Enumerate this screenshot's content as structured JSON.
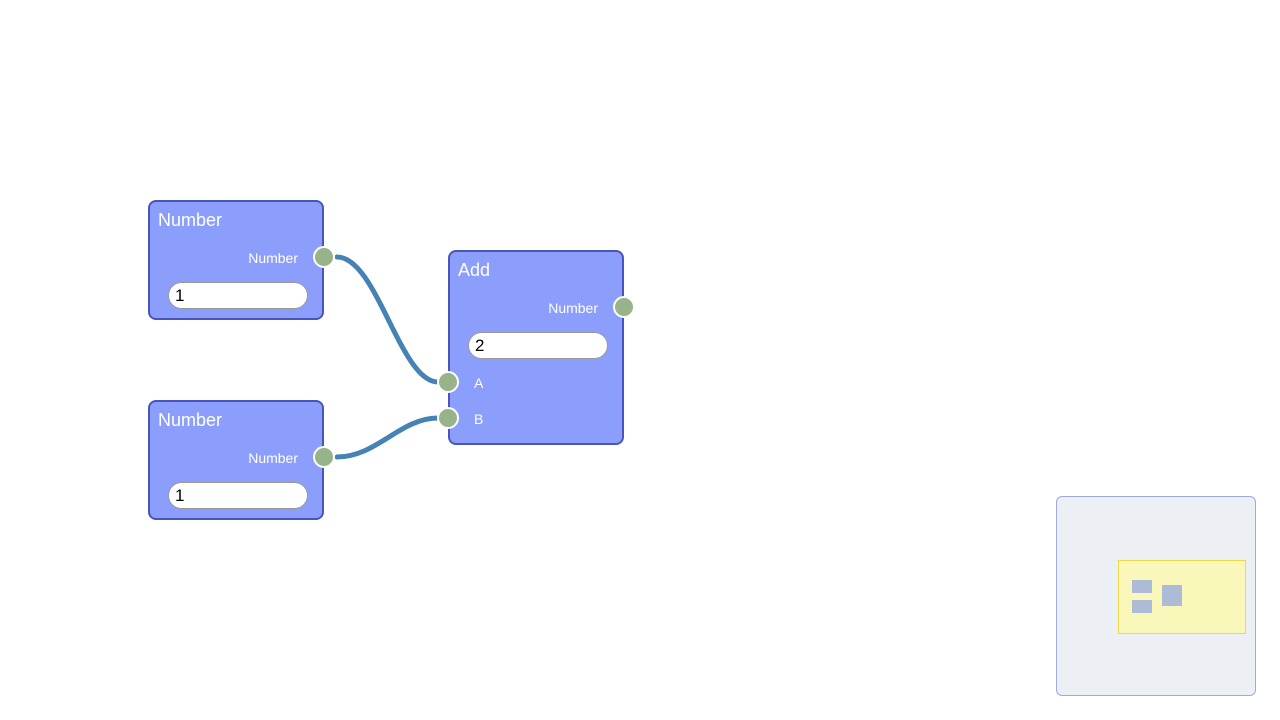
{
  "editor": {
    "nodes": [
      {
        "title": "Number",
        "output_label": "Number",
        "control_value": "1"
      },
      {
        "title": "Number",
        "output_label": "Number",
        "control_value": "1"
      },
      {
        "title": "Add",
        "output_label": "Number",
        "control_value": "2",
        "inputs": [
          {
            "label": "A"
          },
          {
            "label": "B"
          }
        ]
      }
    ],
    "colors": {
      "node_fill": "#8c9efc",
      "node_border": "#4a55b8",
      "socket": "#96b38a",
      "connection": "#4682b4",
      "minimap_background": "#eceff4",
      "minimap_viewport": "#f5f5cc"
    }
  }
}
